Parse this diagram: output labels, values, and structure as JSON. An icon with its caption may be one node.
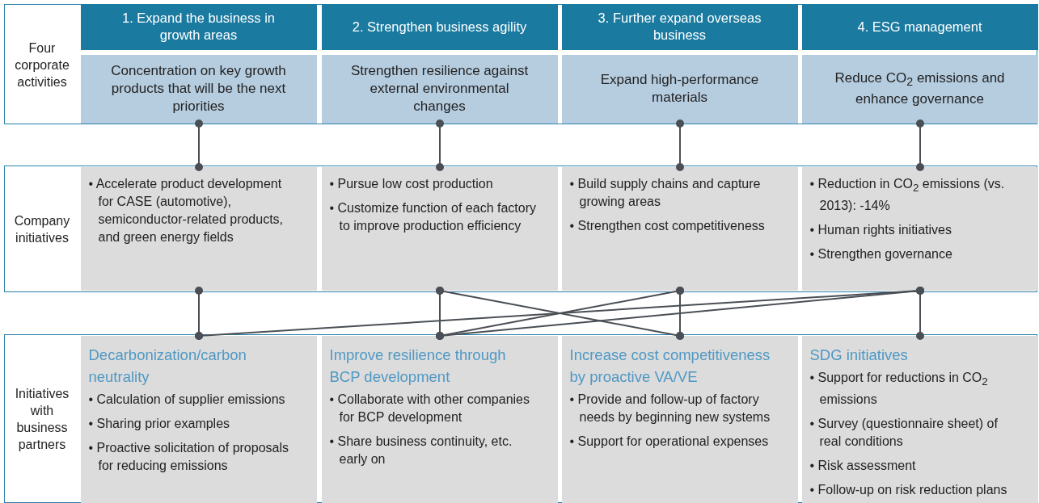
{
  "diagram": {
    "nodes": [
      {
        "text": [
          "Four corporate activities"
        ]
      },
      {
        "text": [
          "1. Expand the business in growth areas"
        ],
        "in": 0
      },
      {
        "text": [
          "2. Strengthen business agility"
        ],
        "in": 0
      },
      {
        "text": [
          "3. Further expand overseas business"
        ],
        "in": 0
      },
      {
        "text": [
          "4. ESG management"
        ],
        "in": 0
      },
      {
        "text": [
          "Concentration on key growth products that will be the next priorities"
        ],
        "in": 0
      },
      {
        "text": [
          "Strengthen resilience against external environmental changes"
        ],
        "in": 0
      },
      {
        "text": [
          "Expand high-performance materials"
        ],
        "in": 0
      },
      {
        "text": [
          "Reduce CO$_{2}$ emissions and enhance governance"
        ],
        "in": 0
      },
      {
        "text": [
          "Company initiatives"
        ]
      },
      {
        "text": [
          "• Accelerate product development for CASE (automotive), semiconductor-related products, and green energy fields"
        ],
        "in": 9
      },
      {
        "text": [
          "• Pursue low cost production",
          "• Customize function of each factory to improve production efficiency"
        ],
        "in": 9
      },
      {
        "text": [
          "• Build supply chains and capture growing areas",
          "• Strengthen cost competitiveness"
        ],
        "in": 9
      },
      {
        "text": [
          "• Reduction in CO$_{2}$ emissions (vs. 2013): -14%",
          "• Human rights initiatives",
          "• Strengthen governance"
        ],
        "in": 9
      },
      {
        "text": [
          "Initiatives with business partners"
        ]
      },
      {
        "text": [
          "Decarbonization/carbon neutrality",
          "• Calculation of supplier emissions",
          "• Sharing prior examples",
          "• Proactive solicitation of proposals for reducing emissions"
        ],
        "in": 14
      },
      {
        "text": [
          "Improve resilience through BCP development",
          "• Collaborate with other companies for BCP development",
          "• Share business continuity, etc. early on"
        ],
        "in": 14
      },
      {
        "text": [
          "Increase cost competitiveness by proactive VA/VE",
          "• Provide and follow-up of factory needs by beginning new systems",
          "• Support for operational expenses"
        ],
        "in": 14
      },
      {
        "text": [
          "SDG initiatives",
          "• Support for reductions in CO$_{2}$ emissions",
          "• Survey (questionnaire sheet) of real conditions",
          "• Risk assessment",
          "• Follow-up on risk reduction plans"
        ],
        "in": 14
      }
    ],
    "edges": [
      {
        "from": 5,
        "to": 10,
        "arrow": "other"
      },
      {
        "from": 6,
        "to": 11,
        "arrow": "other"
      },
      {
        "from": 7,
        "to": 12,
        "arrow": "other"
      },
      {
        "from": 8,
        "to": 13,
        "arrow": "other"
      },
      {
        "from": 10,
        "to": 15,
        "arrow": "other"
      },
      {
        "from": 11,
        "to": 16,
        "arrow": "other"
      },
      {
        "from": 11,
        "to": 17,
        "arrow": "other"
      },
      {
        "from": 12,
        "to": 16,
        "arrow": "other"
      },
      {
        "from": 12,
        "to": 17,
        "arrow": "other"
      },
      {
        "from": 13,
        "to": 15,
        "arrow": "other"
      },
      {
        "from": 13,
        "to": 16,
        "arrow": "other"
      },
      {
        "from": 13,
        "to": 18,
        "arrow": "other"
      }
    ]
  }
}
